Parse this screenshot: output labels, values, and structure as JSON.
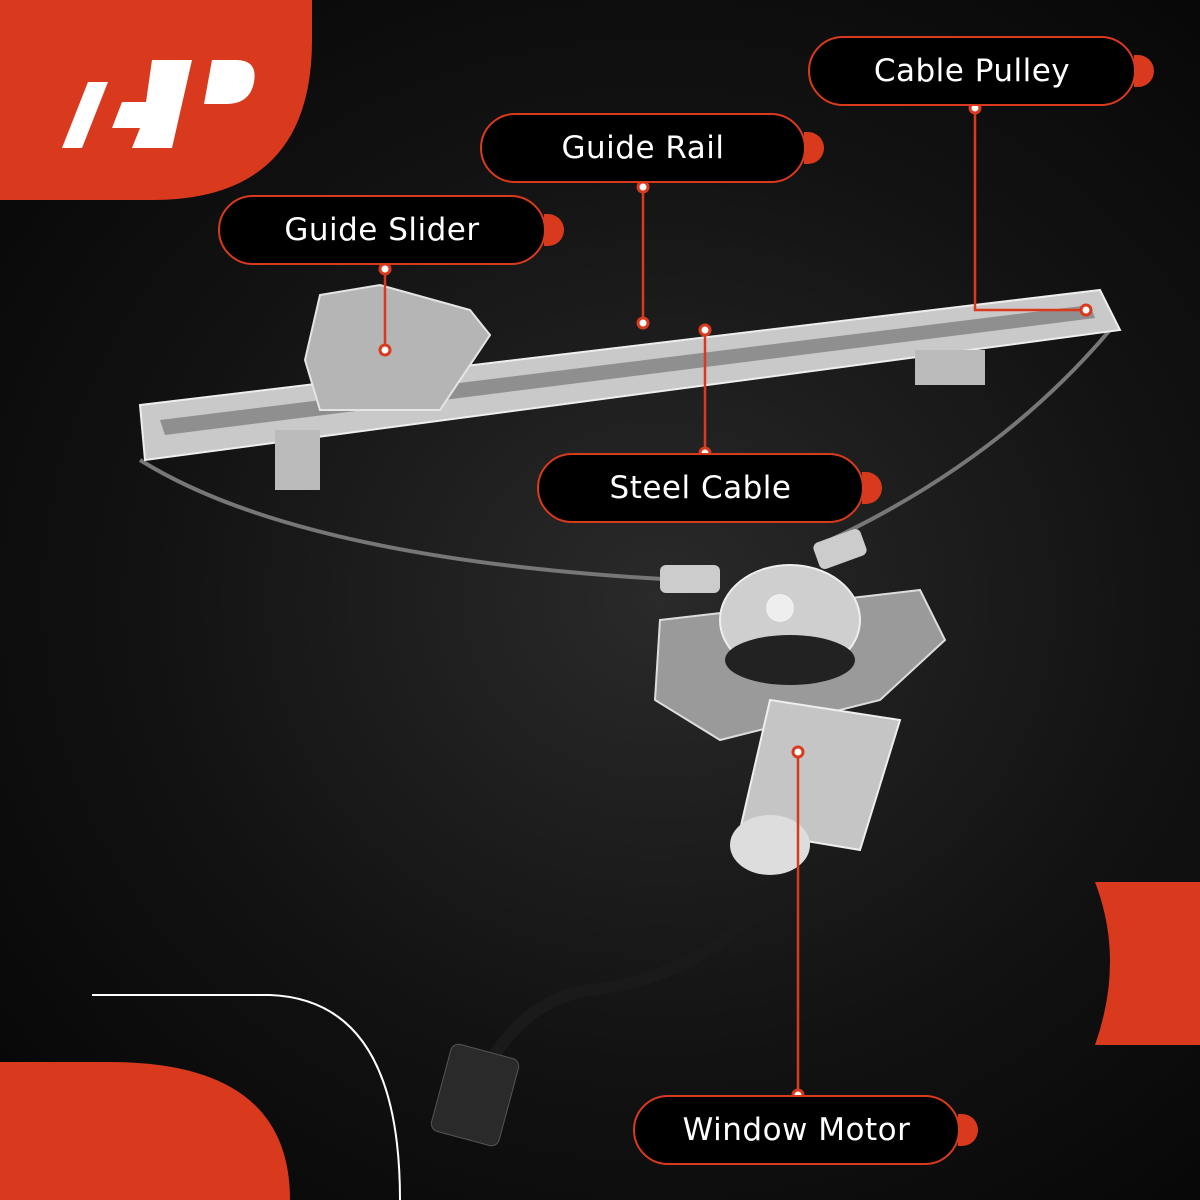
{
  "brand": {
    "logo_text": "A-P",
    "accent_color": "#d93a1e"
  },
  "labels": {
    "cable_pulley": "Cable Pulley",
    "guide_rail": "Guide Rail",
    "guide_slider": "Guide Slider",
    "steel_cable": "Steel Cable",
    "window_motor": "Window Motor"
  }
}
